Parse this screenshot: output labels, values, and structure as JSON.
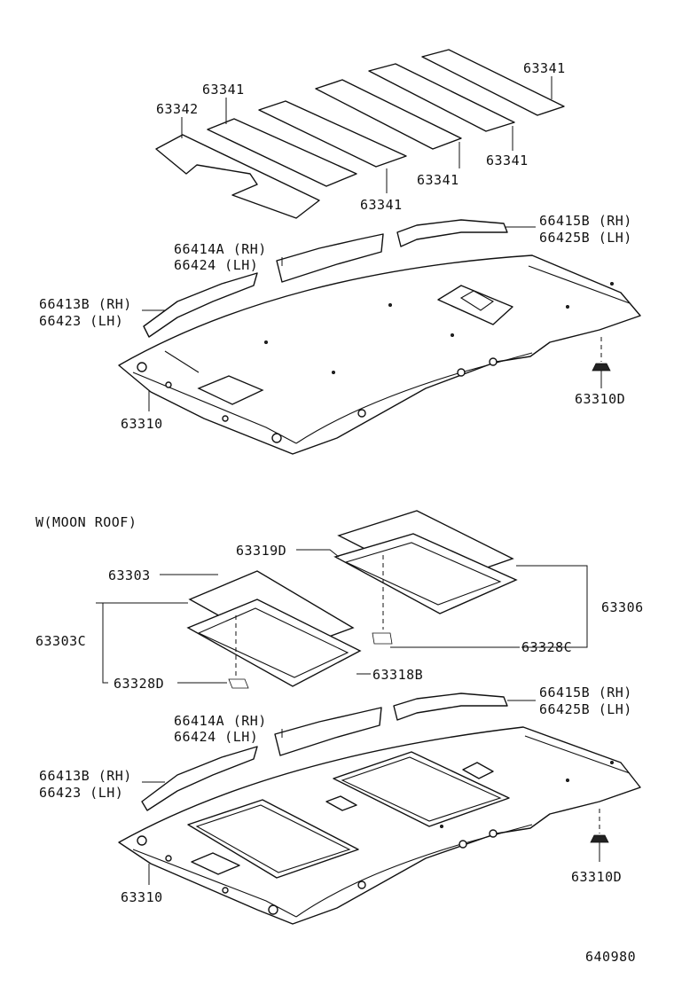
{
  "labels": {
    "top_63341_a": "63341",
    "top_63341_b": "63341",
    "top_63341_c": "63341",
    "top_63341_d": "63341",
    "top_63341_e": "63341",
    "top_63342": "63342",
    "top_66415b": "66415B (RH)",
    "top_66425b": "66425B (LH)",
    "top_66414a": "66414A (RH)",
    "top_66424": "66424  (LH)",
    "top_66413b": "66413B (RH)",
    "top_66423": "66423  (LH)",
    "top_63310": "63310",
    "top_63310d": "63310D",
    "moon_roof_heading": "W(MOON ROOF)",
    "mr_63319d": "63319D",
    "mr_63303": "63303",
    "mr_63306": "63306",
    "mr_63303c": "63303C",
    "mr_63328c": "63328C",
    "mr_63328d": "63328D",
    "mr_63318b": "63318B",
    "bot_66415b": "66415B (RH)",
    "bot_66425b": "66425B (LH)",
    "bot_66414a": "66414A (RH)",
    "bot_66424": "66424  (LH)",
    "bot_66413b": "66413B (RH)",
    "bot_66423": "66423  (LH)",
    "bot_63310": "63310",
    "bot_63310d": "63310D",
    "figure_number": "640980"
  }
}
